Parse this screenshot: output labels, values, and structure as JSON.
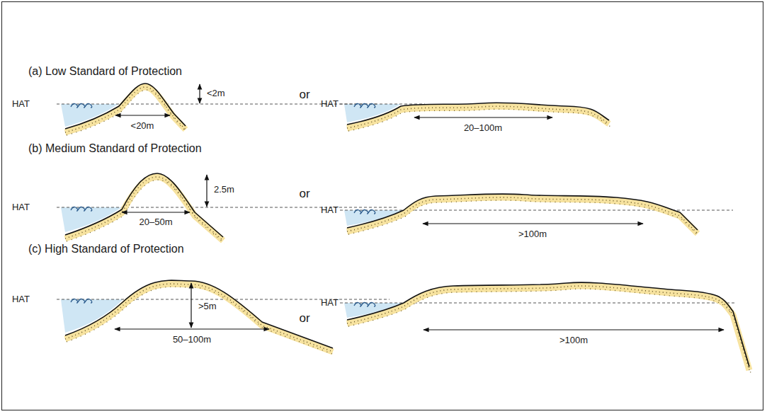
{
  "diagram": {
    "labels": [
      "(a) Low Standard of Protection",
      "HAT",
      "<2m",
      "<20m",
      "or",
      "HAT",
      "20–100m",
      "(b) Medium Standard of Protection",
      "HAT",
      "2.5m",
      "20–50m",
      "or",
      "HAT",
      ">100m",
      "(c) High Standard of Protection",
      "HAT",
      ">5m",
      "50–100m",
      "or",
      "HAT",
      ">100m"
    ]
  }
}
